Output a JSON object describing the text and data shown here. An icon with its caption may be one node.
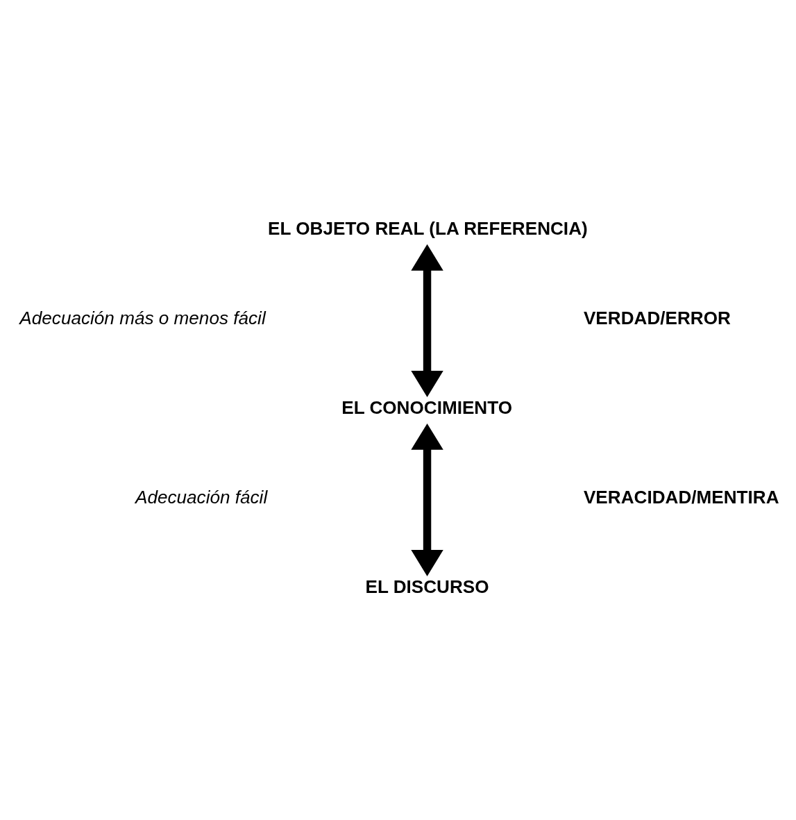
{
  "diagram": {
    "nodes": [
      {
        "text": [
          "EL OBJETO REAL (LA REFERENCIA)"
        ]
      },
      {
        "text": [
          "EL CONOCIMIENTO"
        ]
      },
      {
        "text": [
          "EL DISCURSO"
        ]
      }
    ],
    "edges": [
      {
        "from": 0,
        "to": 1,
        "arrow": "both"
      },
      {
        "from": 1,
        "to": 2,
        "arrow": "both"
      }
    ],
    "labels": [
      "Adecuación más o menos fácil",
      "VERDAD/ERROR",
      "Adecuación fácil",
      "VERACIDAD/MENTIRA"
    ]
  }
}
